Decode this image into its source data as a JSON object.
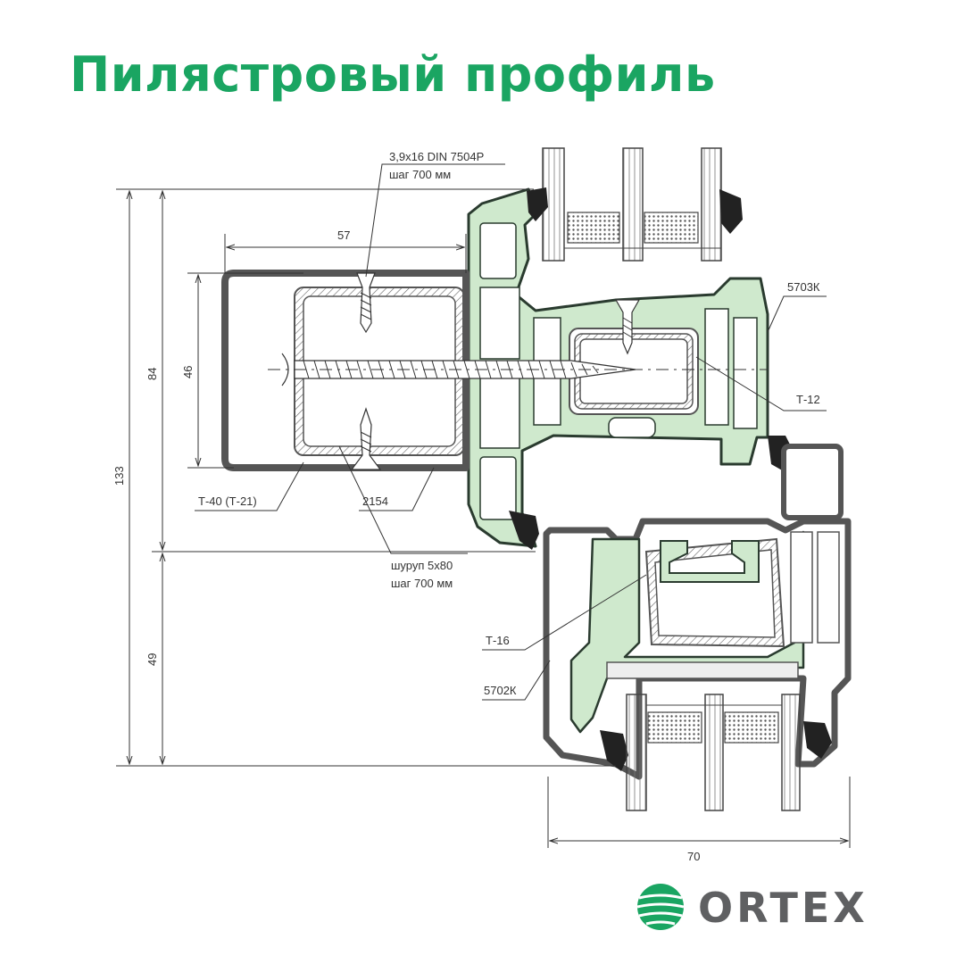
{
  "title": "Пилястровый профиль",
  "colors": {
    "title": "#1aa562",
    "profile_green_fill": "#cfe9cd",
    "profile_green_stroke": "#2a3b2f",
    "frame_grey": "#555555",
    "logo_green": "#1aa562",
    "logo_grey": "#5f6062"
  },
  "labels": {
    "screw_small_line1": "3,9х16 DIN 7504Р",
    "screw_small_line2": "шаг 700 мм",
    "screw_big_line1": "шуруп 5х80",
    "screw_big_line2": "шаг 700 мм",
    "profile_top": "5703К",
    "profile_bottom": "5702К",
    "insert_t12": "Т-12",
    "insert_t16": "Т-16",
    "insert_t40": "Т-40 (Т-21)",
    "pilaster": "2154"
  },
  "dimensions": {
    "d57": "57",
    "d46": "46",
    "d84": "84",
    "d133": "133",
    "d49": "49",
    "d70": "70"
  },
  "logo": {
    "text": "ORTEX",
    "icon": "ortex-globe-icon"
  }
}
